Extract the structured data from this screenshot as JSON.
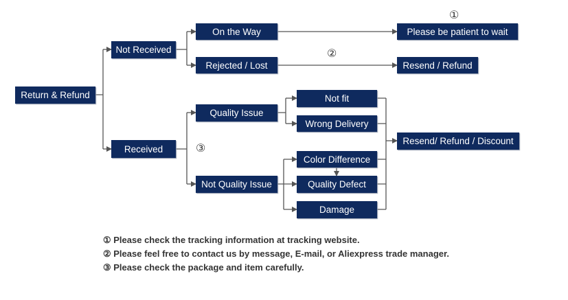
{
  "nodes": {
    "return_refund": "Return & Refund",
    "not_received": "Not Received",
    "received": "Received",
    "on_the_way": "On the Way",
    "rejected_lost": "Rejected / Lost",
    "patient": "Please be patient to wait",
    "resend_refund": "Resend / Refund",
    "quality_issue": "Quality Issue",
    "not_quality_issue": "Not Quality Issue",
    "not_fit": "Not fit",
    "wrong_delivery": "Wrong Delivery",
    "color_difference": "Color Difference",
    "quality_defect": "Quality Defect",
    "damage": "Damage",
    "resend_refund_discount": "Resend/ Refund / Discount"
  },
  "markers": {
    "one": "①",
    "two": "②",
    "three": "③"
  },
  "notes": [
    "① Please check the tracking information at tracking website.",
    "② Please feel free to contact us by message, E-mail, or Aliexpress trade manager.",
    "③ Please check the package and item carefully."
  ],
  "colors": {
    "box": "#0f2a5e",
    "line": "#555555",
    "text": "#333333"
  }
}
